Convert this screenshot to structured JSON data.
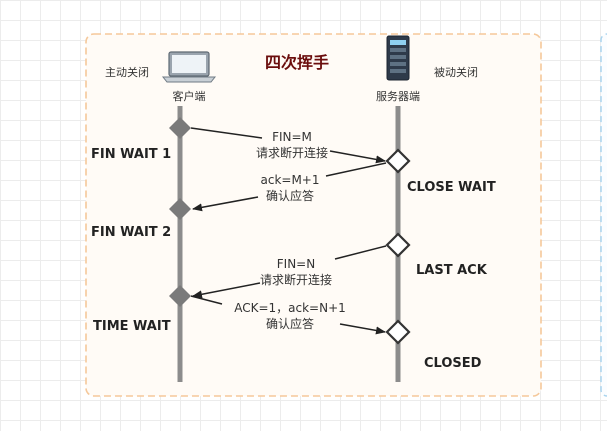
{
  "title": "四次挥手",
  "client": {
    "role": "主动关闭",
    "name": "客户端"
  },
  "server": {
    "role": "被动关闭",
    "name": "服务器端"
  },
  "client_states": [
    "FIN WAIT 1",
    "FIN WAIT 2",
    "TIME WAIT"
  ],
  "server_states": [
    "CLOSE WAIT",
    "LAST ACK",
    "CLOSED"
  ],
  "messages": [
    {
      "lines": [
        "FIN=M",
        "请求断开连接"
      ],
      "direction": "client-to-server"
    },
    {
      "lines": [
        "ack=M+1",
        "确认应答"
      ],
      "direction": "server-to-client"
    },
    {
      "lines": [
        "FIN=N",
        "请求断开连接"
      ],
      "direction": "server-to-client"
    },
    {
      "lines": [
        "ACK=1，ack=N+1",
        "确认应答"
      ],
      "direction": "client-to-server"
    }
  ],
  "colors": {
    "frame_border": "#f5c89a",
    "frame_fill": "#fffbf6",
    "lifeline": "#8c8c8c",
    "title": "#6b0d0d",
    "arrow": "#222222",
    "client_node": "#7a7a7a",
    "right_panel_border": "#a9d4ee"
  },
  "icons": {
    "client": "laptop-icon",
    "server": "server-icon"
  }
}
